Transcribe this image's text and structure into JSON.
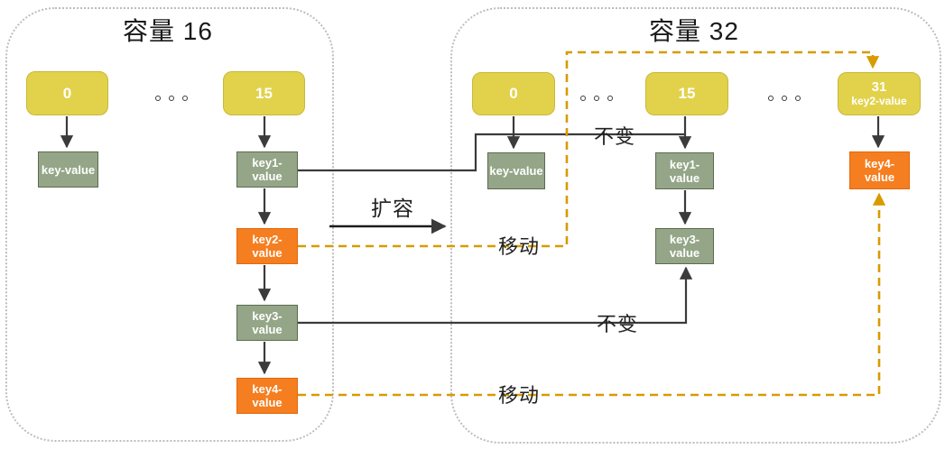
{
  "diagram": {
    "left": {
      "title": "容量 16",
      "bucket_0": "0",
      "bucket_15": "15",
      "ellipsis": "...",
      "node_key": "key-value",
      "node_key1": "key1-value",
      "node_key2": "key2-value",
      "node_key3": "key3-value",
      "node_key4": "key4-value"
    },
    "right": {
      "title": "容量 32",
      "bucket_0": "0",
      "bucket_15": "15",
      "bucket_31": "31",
      "bucket_31_sub": "key2-value",
      "ellipsis_1": "...",
      "ellipsis_2": "...",
      "node_key": "key-value",
      "node_key1": "key1-value",
      "node_key3": "key3-value",
      "node_key4": "key4-value"
    },
    "labels": {
      "expand": "扩容",
      "unchanged_key1": "不变",
      "unchanged_key3": "不变",
      "move_key2": "移动",
      "move_key4": "移动"
    },
    "colors": {
      "bucket_fill": "#e2d24b",
      "bucket_border": "#c8b83a",
      "node_green_fill": "#94a687",
      "node_green_border": "#5c6b51",
      "node_orange_fill": "#f57e20",
      "node_orange_border": "#e2690e",
      "solid_arrow": "#3b3b3b",
      "dashed_arrow": "#d79b00",
      "container_border": "#bdbdbd"
    }
  }
}
